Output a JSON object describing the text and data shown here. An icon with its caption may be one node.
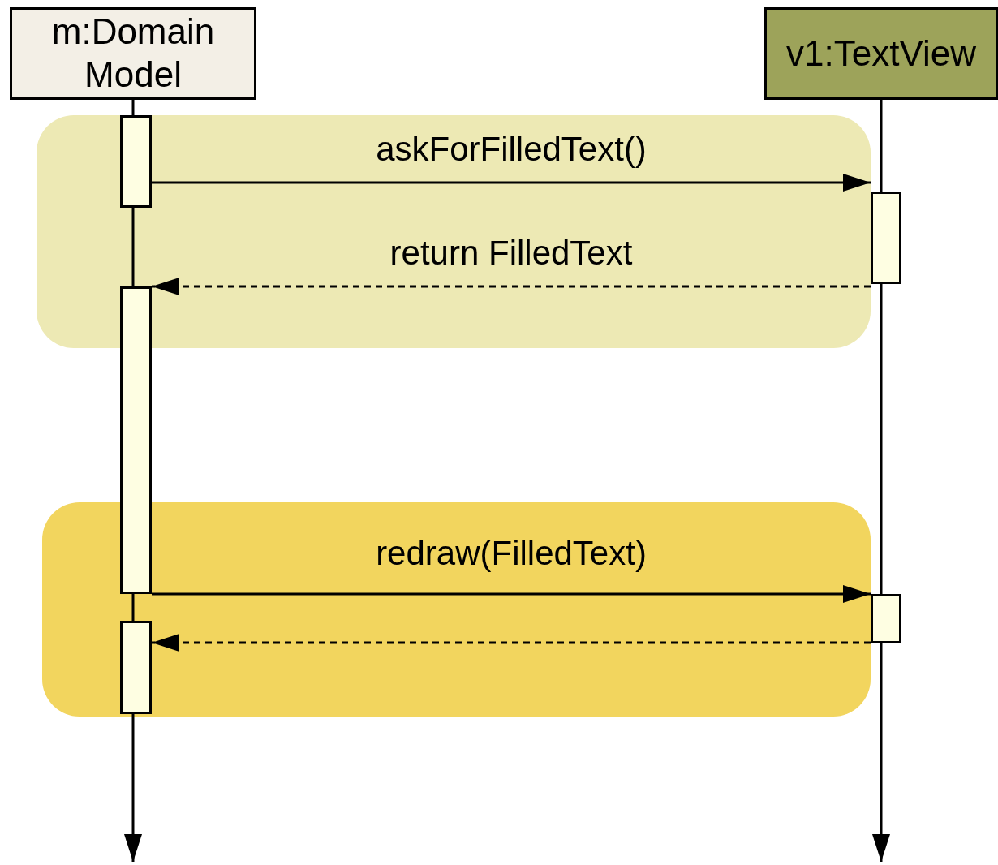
{
  "diagram": {
    "nodes": [
      {
        "text": [
          "m:Domain Model"
        ]
      },
      {
        "text": [
          "v1:TextView"
        ]
      },
      {
        "text": [],
        "shape": "bar"
      },
      {
        "text": [],
        "shape": "bar"
      },
      {
        "text": [],
        "shape": "bar"
      },
      {
        "text": [],
        "shape": "bar"
      },
      {
        "text": [],
        "shape": "bar"
      }
    ],
    "edges": [
      {
        "from": 2,
        "to": 3,
        "arrow": "to",
        "label": "askForFilledText()"
      },
      {
        "from": 3,
        "to": 4,
        "arrow": "to",
        "label": "return FilledText",
        "style": "dashed"
      },
      {
        "from": 4,
        "to": 5,
        "arrow": "to",
        "label": "redraw(FilledText)"
      },
      {
        "from": 5,
        "to": 6,
        "arrow": "to",
        "style": "dashed"
      },
      {
        "from": 0,
        "to": null,
        "arrow": "to"
      },
      {
        "from": 1,
        "to": null,
        "arrow": "to"
      }
    ]
  }
}
